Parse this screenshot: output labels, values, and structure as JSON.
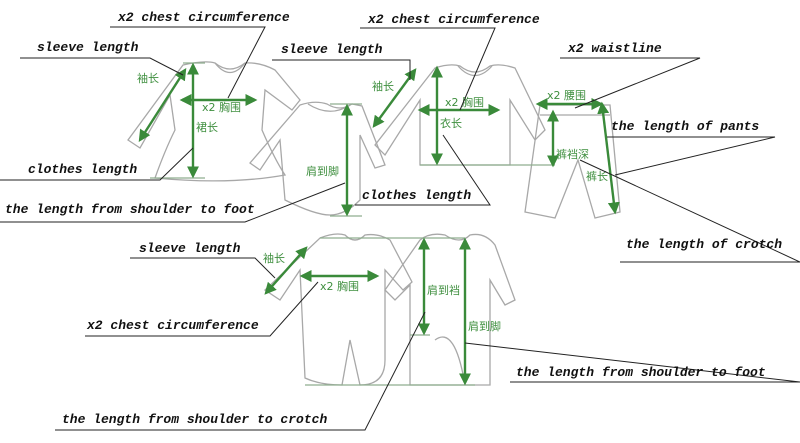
{
  "colors": {
    "measure": "#3a8a3a",
    "outline": "#a8a8a8",
    "text": "#111111"
  },
  "labels": {
    "top_left_chest": "x2 chest circumference",
    "top_left_sleeve": "sleeve length",
    "top_mid_chest": "x2 chest circumference",
    "top_mid_sleeve": "sleeve length",
    "waistline": "x2 waistline",
    "pants_length": "the length of pants",
    "clothes_length_left": "clothes length",
    "shoulder_to_foot_top": "the length from shoulder to foot",
    "clothes_length_mid": "clothes length",
    "crotch_length": "the length of crotch",
    "bottom_sleeve": "sleeve length",
    "bottom_chest": "x2 chest circumference",
    "shoulder_to_foot_bottom": "the length from shoulder to foot",
    "shoulder_to_crotch": "the length from shoulder to crotch"
  },
  "cn_labels": {
    "sleeve_1": "袖长",
    "chest_1": "x2 胸围",
    "skirt_len": "裙长",
    "shoulder_foot_1": "肩到脚",
    "sleeve_2": "袖长",
    "chest_2": "x2 胸围",
    "clothes_len": "衣长",
    "waist": "x2 腰围",
    "crotch_depth": "裤裆深",
    "pants_len": "裤长",
    "sleeve_3": "袖长",
    "chest_3": "x2 胸围",
    "shoulder_crotch": "肩到裆",
    "shoulder_foot_2": "肩到脚"
  }
}
